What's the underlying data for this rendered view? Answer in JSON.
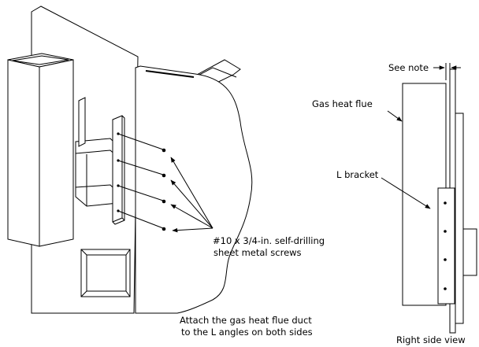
{
  "labels": {
    "see_note": "See note",
    "gas_heat_flue": "Gas heat flue",
    "l_bracket": "L bracket",
    "screws_line1": "#10 x 3/4-in. self-drilling",
    "screws_line2": "sheet metal screws",
    "attach_line1": "Attach the gas heat flue duct",
    "attach_line2": "to the L angles on both sides",
    "right_side_view": "Right side view"
  }
}
